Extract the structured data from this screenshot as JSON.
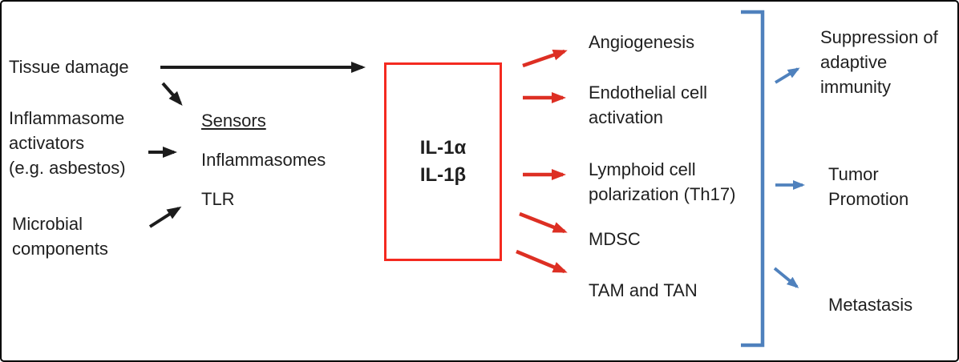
{
  "colors": {
    "background": "#ffffff",
    "border": "#000000",
    "text": "#1f1f1f",
    "arrow_black": "#1c1c1c",
    "arrow_red": "#dd2f23",
    "box_red": "#f42a20",
    "arrow_blue": "#4f81bd",
    "bracket_blue": "#4f81bd"
  },
  "labels": {
    "tissue_damage": "Tissue damage",
    "inflammasome_activators": {
      "l1": "Inflammasome",
      "l2": "activators",
      "l3": "(e.g. asbestos)"
    },
    "microbial_components": {
      "l1": "Microbial",
      "l2": "components"
    },
    "sensors_heading": "Sensors",
    "sensor_inflammasomes": "Inflammasomes",
    "sensor_tlr": "TLR",
    "il1": {
      "l1": "IL-1α",
      "l2": "IL-1β"
    },
    "effects": {
      "angiogenesis": "Angiogenesis",
      "endothelial": {
        "l1": "Endothelial cell",
        "l2": "activation"
      },
      "lymphoid": {
        "l1": "Lymphoid cell",
        "l2": "polarization (Th17)"
      },
      "mdsc": "MDSC",
      "tam_tan": "TAM and TAN"
    },
    "outcomes": {
      "suppression": {
        "l1": "Suppression of",
        "l2": "adaptive",
        "l3": "immunity"
      },
      "tumor": {
        "l1": "Tumor",
        "l2": "Promotion"
      },
      "metastasis": "Metastasis"
    }
  }
}
